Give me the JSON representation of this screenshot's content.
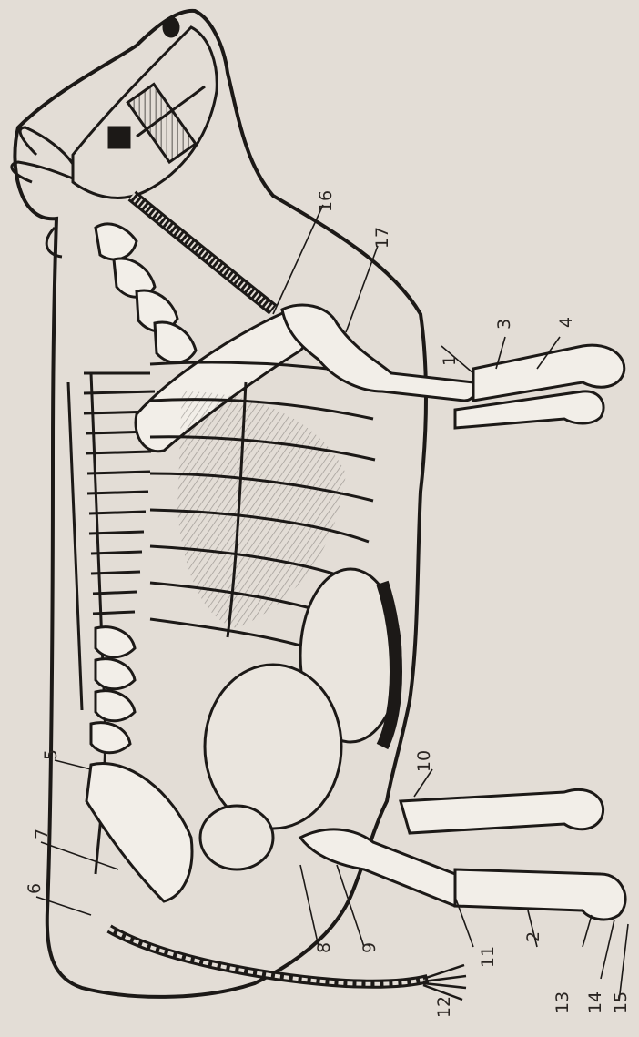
{
  "figure": {
    "background": "#e3ddd6",
    "ink": "#1c1917",
    "orientation": "rotated-90-ccw",
    "subject": "cow-skeleton-and-organs"
  },
  "labels": {
    "l1": "1",
    "l2": "2",
    "l3": "3",
    "l4": "4",
    "l5": "5",
    "l6": "6",
    "l7": "7",
    "l8": "8",
    "l9": "9",
    "l10": "10",
    "l11": "11",
    "l12": "12",
    "l13": "13",
    "l14": "14",
    "l15": "15",
    "l16": "16",
    "l17": "17"
  }
}
